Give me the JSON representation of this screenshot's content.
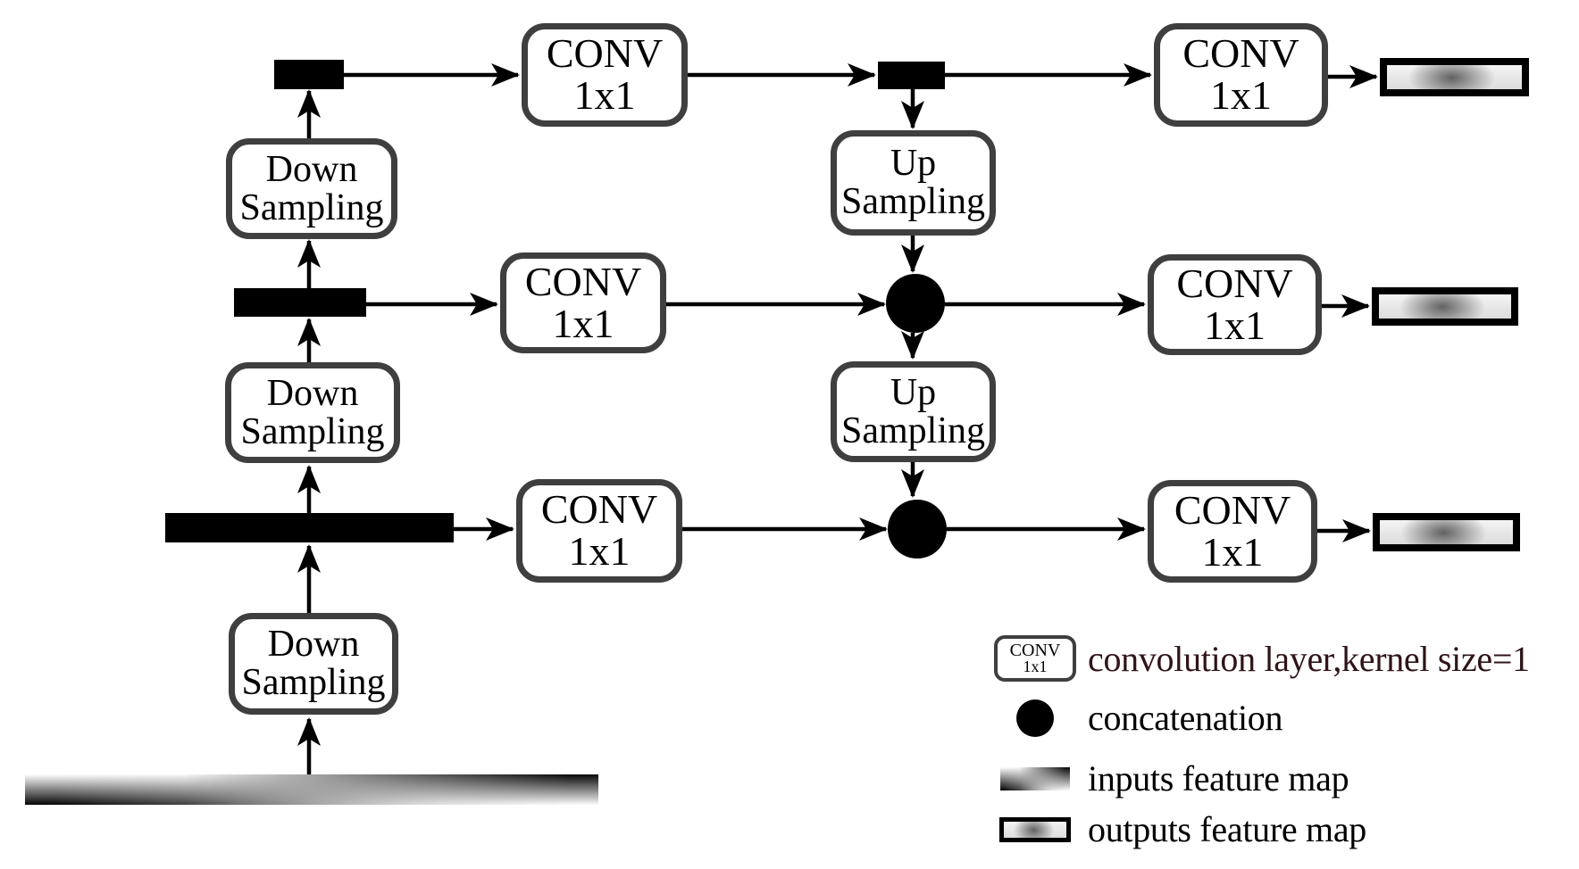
{
  "boxes": {
    "conv": {
      "line1": "CONV",
      "line2": "1x1"
    },
    "down_sampling": {
      "line1": "Down",
      "line2": "Sampling"
    },
    "up_sampling": {
      "line1": "Up",
      "line2": "Sampling"
    }
  },
  "legend": {
    "conv_swatch": {
      "line1": "CONV",
      "line2": "1x1"
    },
    "items": [
      {
        "symbol": "conv-1x1-box",
        "label": "convolution layer,kernel size=1",
        "label_color": "#2f1418"
      },
      {
        "symbol": "filled-circle",
        "label": "concatenation",
        "label_color": "#000000"
      },
      {
        "symbol": "inputs-gradient-bar",
        "label": "inputs feature map",
        "label_color": "#000000"
      },
      {
        "symbol": "outputs-gradient-bar",
        "label": "outputs feature map",
        "label_color": "#000000"
      }
    ]
  },
  "colors": {
    "background": "#ffffff",
    "box_border": "#3f3f3f",
    "shape_fill": "#000000",
    "arrow": "#000000",
    "legend_conv_text": "#2f1418"
  }
}
